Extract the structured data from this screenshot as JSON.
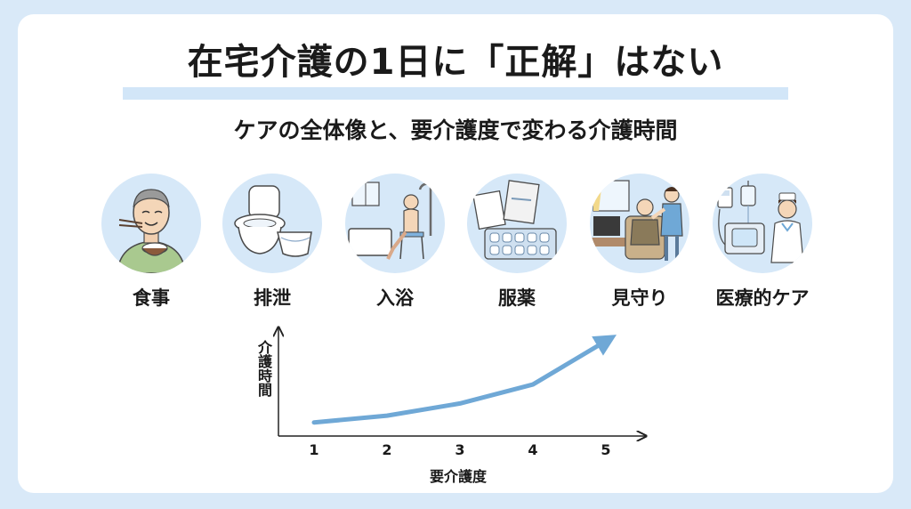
{
  "title": "在宅介護の1日に「正解」はない",
  "subtitle": "ケアの全体像と、要介護度で変わる介護時間",
  "care_items": [
    {
      "label": "食事",
      "icon": "meal-icon"
    },
    {
      "label": "排泄",
      "icon": "toilet-diaper-icon"
    },
    {
      "label": "入浴",
      "icon": "bathing-icon"
    },
    {
      "label": "服薬",
      "icon": "medication-icon"
    },
    {
      "label": "見守り",
      "icon": "watching-over-icon"
    },
    {
      "label": "医療的ケア",
      "icon": "medical-care-icon"
    }
  ],
  "colors": {
    "background": "#d9e9f8",
    "circle": "#d6e8f8",
    "line": "#6fa8d6",
    "highlight": "#d2e6f8"
  },
  "chart_data": {
    "type": "line",
    "title": "",
    "xlabel": "要介護度",
    "ylabel": "介護時間",
    "categories": [
      "1",
      "2",
      "3",
      "4",
      "5"
    ],
    "values": [
      1.0,
      1.5,
      2.4,
      3.8,
      7.0
    ],
    "ylim": [
      0,
      8
    ],
    "grid": false,
    "trend_arrow": true
  }
}
